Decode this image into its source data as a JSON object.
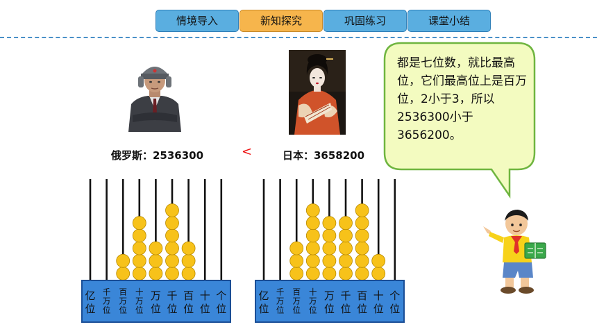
{
  "tabs": [
    {
      "label": "情境导入"
    },
    {
      "label": "新知探究"
    },
    {
      "label": "巩固练习"
    },
    {
      "label": "课堂小结"
    }
  ],
  "active_tab": 1,
  "comparison": {
    "left_label": "俄罗斯：2536300",
    "symbol": "<",
    "right_label": "日本：3658200"
  },
  "bubble": {
    "text": "都是七位数，就比最高位，它们最高位上是百万位，2小于3，所以2536300小于3656200。"
  },
  "abacus_left": {
    "places": [
      "亿位",
      "千万位",
      "百万位",
      "十万位",
      "万位",
      "千位",
      "百位",
      "十位",
      "个位"
    ],
    "beads": [
      0,
      0,
      2,
      5,
      3,
      6,
      3,
      0,
      0
    ]
  },
  "abacus_right": {
    "places": [
      "亿位",
      "千万位",
      "百万位",
      "十万位",
      "万位",
      "千位",
      "百位",
      "十位",
      "个位"
    ],
    "beads": [
      0,
      0,
      3,
      6,
      5,
      5,
      6,
      2,
      0
    ]
  },
  "colors": {
    "tab": "#5aaee0",
    "tab_active": "#f6b54c",
    "bead": "#f7c21a",
    "abacus_box": "#3a86d8",
    "bubble_fill": "#f3fbc0",
    "bubble_stroke": "#6fb540"
  }
}
